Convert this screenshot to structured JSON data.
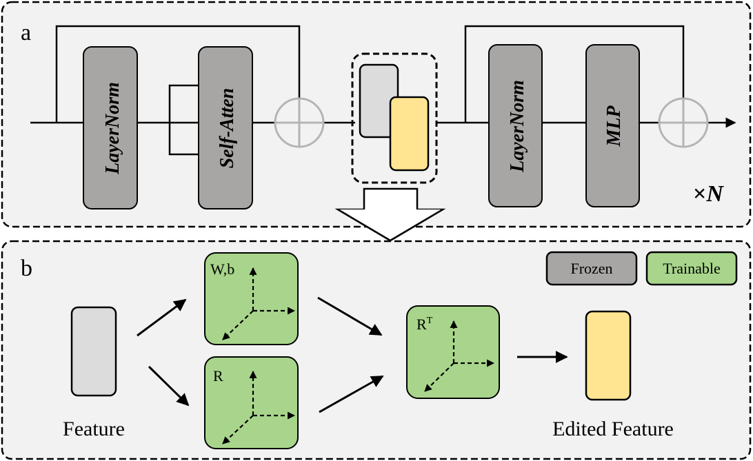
{
  "panel_a": {
    "label": "a",
    "blocks": {
      "layernorm_1": "LayerNorm",
      "self_atten": "Self-Atten",
      "layernorm_2": "LayerNorm",
      "mlp": "MLP"
    },
    "repeat_symbol": "×",
    "repeat_var": "N"
  },
  "panel_b": {
    "label": "b",
    "legend": {
      "frozen": "Frozen",
      "trainable": "Trainable"
    },
    "boxes": {
      "wb": "W,b",
      "r": "R",
      "rt_base": "R",
      "rt_sup": "T"
    },
    "feature_label": "Feature",
    "edited_feature_label": "Edited Feature"
  },
  "colors": {
    "frozen_gray": "#a8a5a5",
    "feature_gray": "#dcdcdc",
    "trainable_green": "#a8d58b",
    "edited_yellow": "#ffe592",
    "panel_bg": "#f2f2f2",
    "adder_circle": "#b4b4b4"
  }
}
